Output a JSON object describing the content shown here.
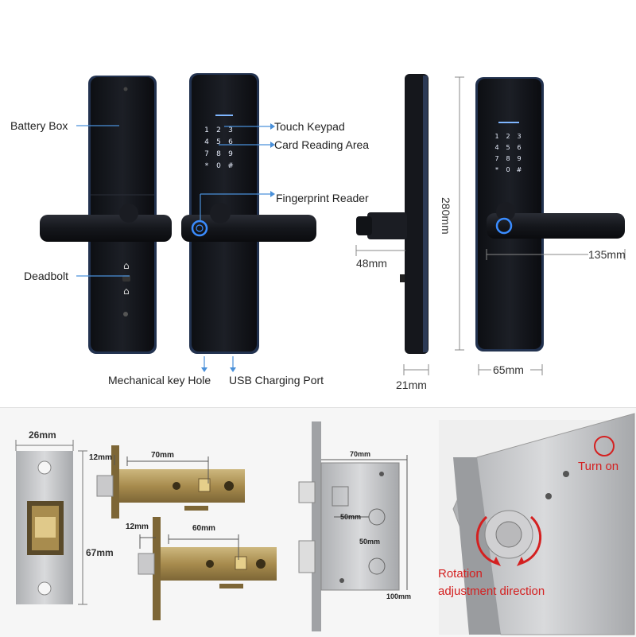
{
  "callouts": {
    "battery_box": "Battery Box",
    "deadbolt": "Deadbolt",
    "touch_keypad": "Touch Keypad",
    "card_reading_area": "Card Reading Area",
    "fingerprint_reader": "Fingerprint Reader",
    "mechanical_key_hole": "Mechanical key Hole",
    "usb_charging_port": "USB Charging Port"
  },
  "dimensions": {
    "handle_depth": "48mm",
    "body_depth": "21mm",
    "height": "280mm",
    "handle_length": "135mm",
    "width": "65mm"
  },
  "latch": {
    "plate_width": "26mm",
    "plate_height": "67mm",
    "latch1_front": "12mm",
    "latch1_backset": "70mm",
    "latch2_front": "12mm",
    "latch2_backset": "60mm"
  },
  "mortise": {
    "backset": "70mm",
    "spacing_1": "50mm",
    "spacing_2": "50mm",
    "case_height": "100mm"
  },
  "rotation": {
    "turn_on": "Turn on",
    "adjust_1": "Rotation",
    "adjust_2": "adjustment direction"
  },
  "keypad_keys": [
    "1",
    "2",
    "3",
    "4",
    "5",
    "6",
    "7",
    "8",
    "9",
    "*",
    "0",
    "#"
  ],
  "colors": {
    "lock_body": "#15171c",
    "lock_edge": "#2c3a55",
    "keypad_glow": "#7fb6ff",
    "fingerprint_ring": "#3a8cff",
    "callout_line": "#4a90d9",
    "annotation_red": "#d42020",
    "brass": "#b89b5c",
    "steel": "#c9c9cb"
  }
}
